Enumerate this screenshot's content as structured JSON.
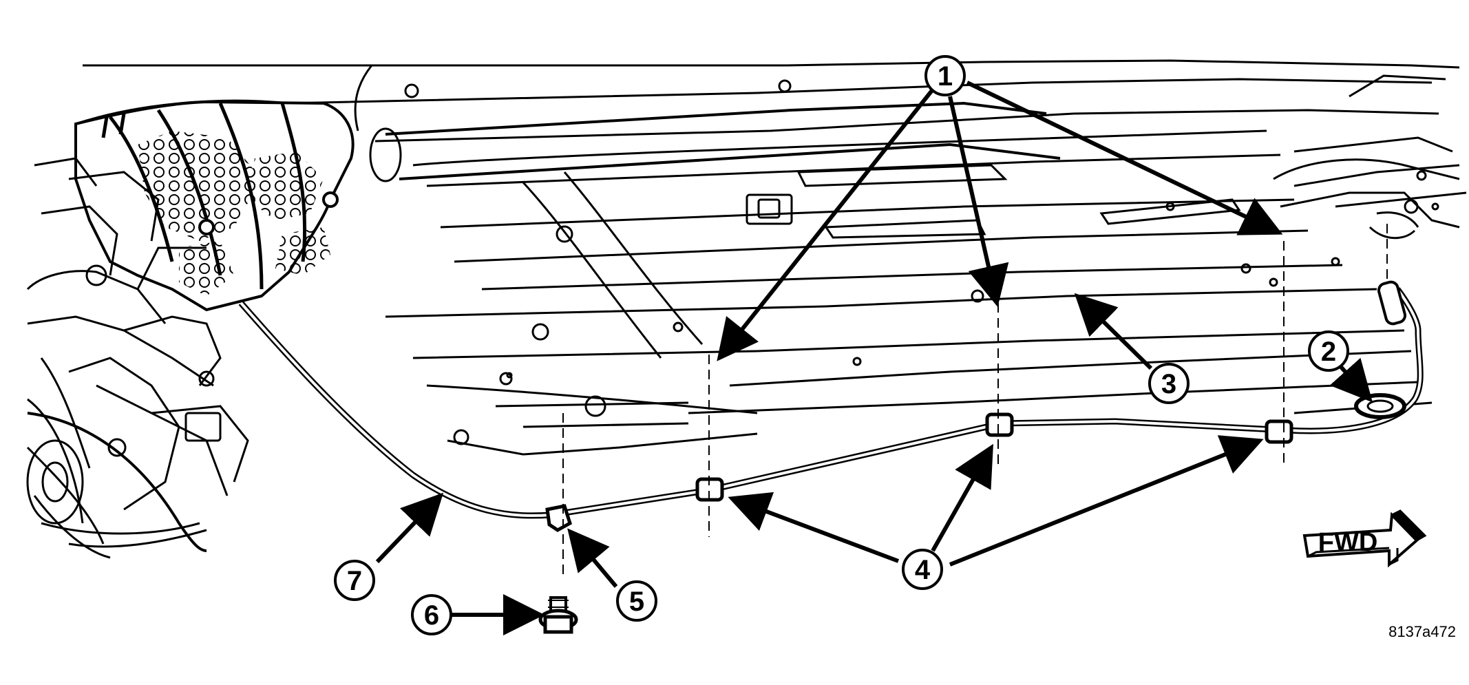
{
  "callouts": [
    {
      "id": "1",
      "label": "1"
    },
    {
      "id": "2",
      "label": "2"
    },
    {
      "id": "3",
      "label": "3"
    },
    {
      "id": "4",
      "label": "4"
    },
    {
      "id": "5",
      "label": "5"
    },
    {
      "id": "6",
      "label": "6"
    },
    {
      "id": "7",
      "label": "7"
    }
  ],
  "direction_label": "FWD",
  "figure_ref": "8137a472",
  "colors": {
    "ink": "#000000",
    "paper": "#ffffff"
  }
}
